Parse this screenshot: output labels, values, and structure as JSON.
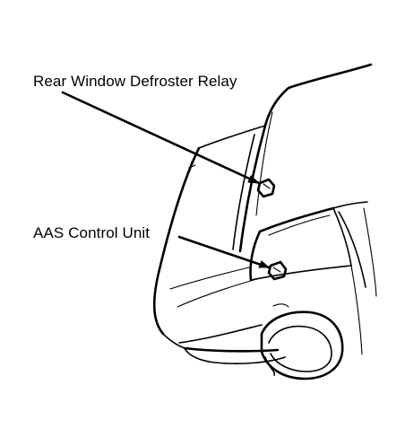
{
  "diagram": {
    "callouts": [
      {
        "id": "relay",
        "label": "Rear Window Defroster Relay"
      },
      {
        "id": "aas",
        "label": "AAS Control Unit"
      }
    ],
    "colors": {
      "ink": "#000000",
      "background": "#ffffff"
    }
  }
}
